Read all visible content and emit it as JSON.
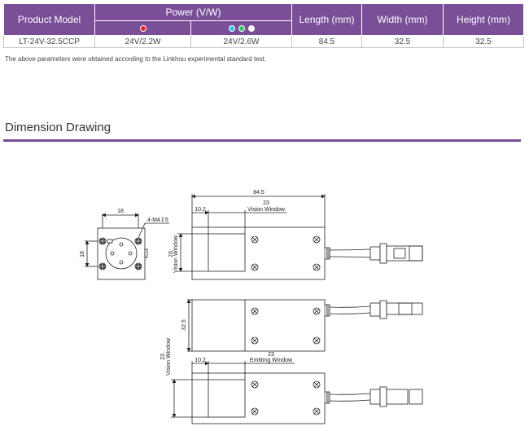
{
  "spec_table": {
    "headers": {
      "model": "Product Model",
      "power": "Power (V/W)",
      "length": "Length (mm)",
      "width": "Width (mm)",
      "height": "Height (mm)"
    },
    "power_dot_colors": {
      "red": "#e8242b",
      "cyan": "#35c4e8",
      "green": "#3cc070",
      "white": "#ffffff"
    },
    "row": {
      "model": "LT-24V-32.5CCP",
      "power_red": "24V/2.2W",
      "power_other": "24V/2.6W",
      "length": "84.5",
      "width": "32.5",
      "height": "32.5"
    }
  },
  "note": "The above parameters were obtained according to the Linkhou experimental standard test.",
  "section": {
    "title": "Dimension Drawing",
    "accent": "#7a4f98"
  },
  "drawing": {
    "end_view": {
      "dim_width": "18",
      "dim_height": "18",
      "hole_label": "4-M4↧5"
    },
    "top_view": {
      "dim_length": "84.5",
      "dim_offset": "10.2",
      "dim_window": "23",
      "window_label": "Vision Window",
      "side_dim": "23",
      "side_label": "Vision Window"
    },
    "side_view": {
      "dim_height": "32.5"
    },
    "bottom_view": {
      "dim_offset": "10.2",
      "dim_window": "23",
      "window_label": "Emitting Window",
      "side_dim": "23",
      "side_label": "Vision Window"
    }
  }
}
